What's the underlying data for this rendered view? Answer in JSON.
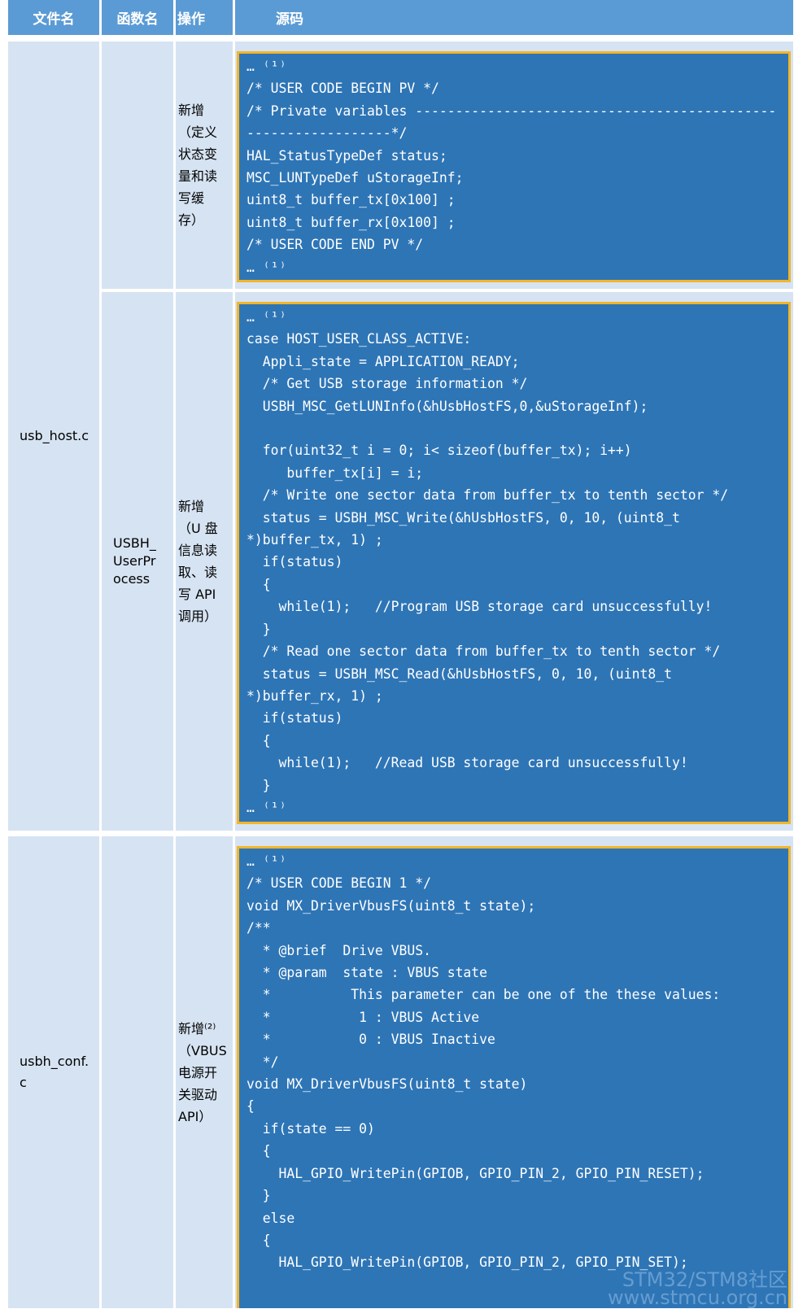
{
  "headers": [
    "文件名",
    "函数名",
    "操作",
    "源码"
  ],
  "rows": [
    {
      "file": "usb_host.c",
      "groups": [
        {
          "func": "",
          "op_lines": [
            "新增",
            "（定义",
            "状态变",
            "量和读",
            "写缓",
            "存）"
          ],
          "code": [
            "… ⁽¹⁾",
            "/* USER CODE BEGIN PV */",
            "/* Private variables ---------------------------------------------",
            "------------------*/",
            "HAL_StatusTypeDef status;",
            "MSC_LUNTypeDef uStorageInf;",
            "uint8_t buffer_tx[0x100] ;",
            "uint8_t buffer_rx[0x100] ;",
            "/* USER CODE END PV */",
            "… ⁽¹⁾"
          ]
        },
        {
          "func_lines": [
            "USBH_",
            "UserPr",
            "ocess"
          ],
          "op_lines": [
            "新增",
            "（U 盘",
            "信息读",
            "取、读",
            "写 API",
            "调用）"
          ],
          "code": [
            "… ⁽¹⁾",
            "case HOST_USER_CLASS_ACTIVE:",
            "  Appli_state = APPLICATION_READY;",
            "  /* Get USB storage information */",
            "  USBH_MSC_GetLUNInfo(&hUsbHostFS,0,&uStorageInf);",
            "",
            "  for(uint32_t i = 0; i< sizeof(buffer_tx); i++)",
            "     buffer_tx[i] = i;",
            "  /* Write one sector data from buffer_tx to tenth sector */",
            "  status = USBH_MSC_Write(&hUsbHostFS, 0, 10, (uint8_t",
            "*)buffer_tx, 1) ;",
            "  if(status)",
            "  {",
            "    while(1);   //Program USB storage card unsuccessfully!",
            "  }",
            "  /* Read one sector data from buffer_tx to tenth sector */",
            "  status = USBH_MSC_Read(&hUsbHostFS, 0, 10, (uint8_t",
            "*)buffer_rx, 1) ;",
            "  if(status)",
            "  {",
            "    while(1);   //Read USB storage card unsuccessfully!",
            "  }",
            "… ⁽¹⁾"
          ]
        }
      ]
    },
    {
      "file_lines": [
        "usbh_conf.",
        "c"
      ],
      "func": "",
      "op_lines": [
        "新增⁽²⁾",
        "（VBUS",
        "电源开",
        "关驱动",
        "API）"
      ],
      "code": [
        "… ⁽¹⁾",
        "/* USER CODE BEGIN 1 */",
        "void MX_DriverVbusFS(uint8_t state);",
        "/**",
        "  * @brief  Drive VBUS.",
        "  * @param  state : VBUS state",
        "  *          This parameter can be one of the these values:",
        "  *           1 : VBUS Active",
        "  *           0 : VBUS Inactive",
        "  */",
        "void MX_DriverVbusFS(uint8_t state)",
        "{",
        "  if(state == 0)",
        "  {",
        "    HAL_GPIO_WritePin(GPIOB, GPIO_PIN_2, GPIO_PIN_RESET);",
        "  }",
        "  else",
        "  {",
        "    HAL_GPIO_WritePin(GPIOB, GPIO_PIN_2, GPIO_PIN_SET);"
      ]
    }
  ],
  "watermark": "STM32/STM8社区\nwww.stmcu.org.cn"
}
